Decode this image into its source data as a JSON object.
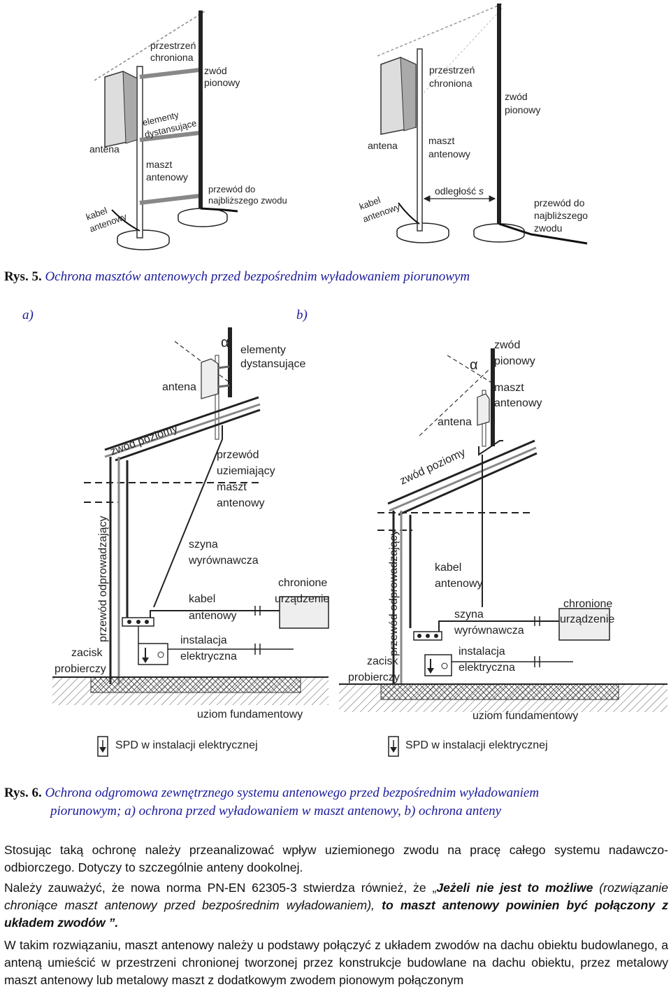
{
  "figure5": {
    "left": {
      "przestrzen1": "przestrzeń",
      "przestrzen2": "chroniona",
      "zwod1": "zwód",
      "zwod2": "pionowy",
      "elementy1": "elementy",
      "elementy2": "dystansujące",
      "antena": "antena",
      "maszt1": "maszt",
      "maszt2": "antenowy",
      "przewod1": "przewód do",
      "przewod2": "najbliższego zwodu",
      "kabel1": "kabel",
      "kabel2": "antenowy"
    },
    "right": {
      "przestrzen1": "przestrzeń",
      "przestrzen2": "chroniona",
      "zwod1": "zwód",
      "zwod2": "pionowy",
      "antena": "antena",
      "maszt1": "maszt",
      "maszt2": "antenowy",
      "odleglosc": "odległość",
      "odleglosc_var": "s",
      "przewod1": "przewód do",
      "przewod2": "najbliższego",
      "przewod3": "zwodu",
      "kabel1": "kabel",
      "kabel2": "antenowy"
    },
    "caption_num": "Rys. 5.",
    "caption_text": "Ochrona masztów antenowych przed bezpośrednim wyładowaniem piorunowym"
  },
  "figure6": {
    "label_a": "a)",
    "label_b": "b)",
    "a": {
      "alpha": "α",
      "elementy1": "elementy",
      "elementy2": "dystansujące",
      "antena": "antena",
      "zwod_poziomy": "zwód poziomy",
      "przewod1": "przewód",
      "przewod2": "uziemiający",
      "przewod3": "maszt",
      "przewod4": "antenowy",
      "odprowadzajacy": "przewód odprowadzający",
      "szyna1": "szyna",
      "szyna2": "wyrównawcza",
      "chronione1": "chronione",
      "chronione2": "urządzenie",
      "kabel1": "kabel",
      "kabel2": "antenowy",
      "zacisk1": "zacisk",
      "zacisk2": "probierczy",
      "instalacja1": "instalacja",
      "instalacja2": "elektryczna",
      "uziom": "uziom fundamentowy",
      "spd": "SPD w instalacji elektrycznej"
    },
    "b": {
      "zwod1": "zwód",
      "zwod2": "pionowy",
      "alpha": "α",
      "maszt1": "maszt",
      "maszt2": "antenowy",
      "antena": "antena",
      "zwod_poziomy": "zwód poziomy",
      "odprowadzajacy": "przewód odprowadzający",
      "kabel1": "kabel",
      "kabel2": "antenowy",
      "chronione1": "chronione",
      "chronione2": "urządzenie",
      "szyna1": "szyna",
      "szyna2": "wyrównawcza",
      "zacisk1": "zacisk",
      "zacisk2": "probierczy",
      "instalacja1": "instalacja",
      "instalacja2": "elektryczna",
      "uziom": "uziom fundamentowy",
      "spd": "SPD w instalacji elektrycznej"
    },
    "caption_num": "Rys. 6.",
    "caption_line1": "Ochrona odgromowa zewnętrznego systemu antenowego przed bezpośrednim wyładowaniem",
    "caption_line2": "piorunowym; a) ochrona przed wyładowaniem w maszt antenowy, b) ochrona anteny"
  },
  "body": {
    "p1": "Stosując taką ochronę należy przeanalizować wpływ uziemionego zwodu na pracę całego systemu nadawczo-odbiorczego. Dotyczy to szczególnie anteny dookolnej.",
    "p2_pre": "Należy zauważyć, że nowa norma PN-EN 62305-3 stwierdza również, że „",
    "p2_bi1": "Jeżeli nie jest to możliwe",
    "p2_it": " (rozwiązanie chroniące maszt antenowy przed bezpośrednim wyładowaniem),",
    "p2_bi2": " to maszt antenowy powinien być połączony z układem zwodów",
    "p2_end": " ”.",
    "p3": "W takim rozwiązaniu, maszt antenowy należy u podstawy połączyć z układem zwodów na dachu obiektu budowlanego, a anteną umieścić w przestrzeni chronionej tworzonej przez konstrukcje budowlane na dachu obiektu, przez metalowy maszt antenowy lub metalowy maszt z dodatkowym zwodem pionowym połączonym"
  }
}
